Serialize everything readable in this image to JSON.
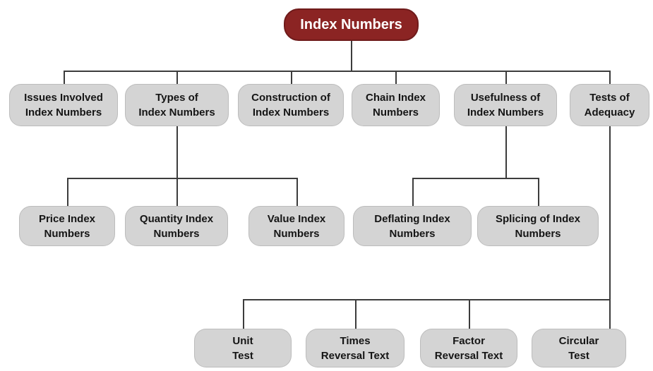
{
  "diagram": {
    "title": "Index Numbers",
    "type": "hierarchy-tree"
  },
  "colors": {
    "root_bg": "#8b2423",
    "root_border": "#6f1b1b",
    "root_text": "#ffffff",
    "node_bg": "#d4d4d4",
    "node_border": "#bcbcbc",
    "node_text": "#151515",
    "line": "#3c3c3c",
    "canvas_bg": "#ffffff"
  },
  "nodes": {
    "root": {
      "label": "Index Numbers"
    },
    "level2": [
      {
        "line1": "Issues Involved",
        "line2": "Index Numbers",
        "parent": "root"
      },
      {
        "line1": "Types of",
        "line2": "Index Numbers",
        "parent": "root"
      },
      {
        "line1": "Construction of",
        "line2": "Index Numbers",
        "parent": "root"
      },
      {
        "line1": "Chain Index",
        "line2": "Numbers",
        "parent": "root"
      },
      {
        "line1": "Usefulness of",
        "line2": "Index Numbers",
        "parent": "root"
      },
      {
        "line1": "Tests of",
        "line2": "Adequacy",
        "parent": "root"
      }
    ],
    "level3": [
      {
        "line1": "Price Index",
        "line2": "Numbers",
        "parent": "Types of Index Numbers"
      },
      {
        "line1": "Quantity Index",
        "line2": "Numbers",
        "parent": "Types of Index Numbers"
      },
      {
        "line1": "Value Index",
        "line2": "Numbers",
        "parent": "Types of Index Numbers"
      },
      {
        "line1": "Deflating Index",
        "line2": "Numbers",
        "parent": "Usefulness of Index Numbers"
      },
      {
        "line1": "Splicing of Index",
        "line2": "Numbers",
        "parent": "Usefulness of Index Numbers"
      }
    ],
    "level4": [
      {
        "line1": "Unit",
        "line2": "Test",
        "parent": "Tests of Adequacy"
      },
      {
        "line1": "Times",
        "line2": "Reversal Text",
        "parent": "Tests of Adequacy"
      },
      {
        "line1": "Factor",
        "line2": "Reversal Text",
        "parent": "Tests of Adequacy"
      },
      {
        "line1": "Circular",
        "line2": "Test",
        "parent": "Tests of Adequacy"
      }
    ]
  }
}
